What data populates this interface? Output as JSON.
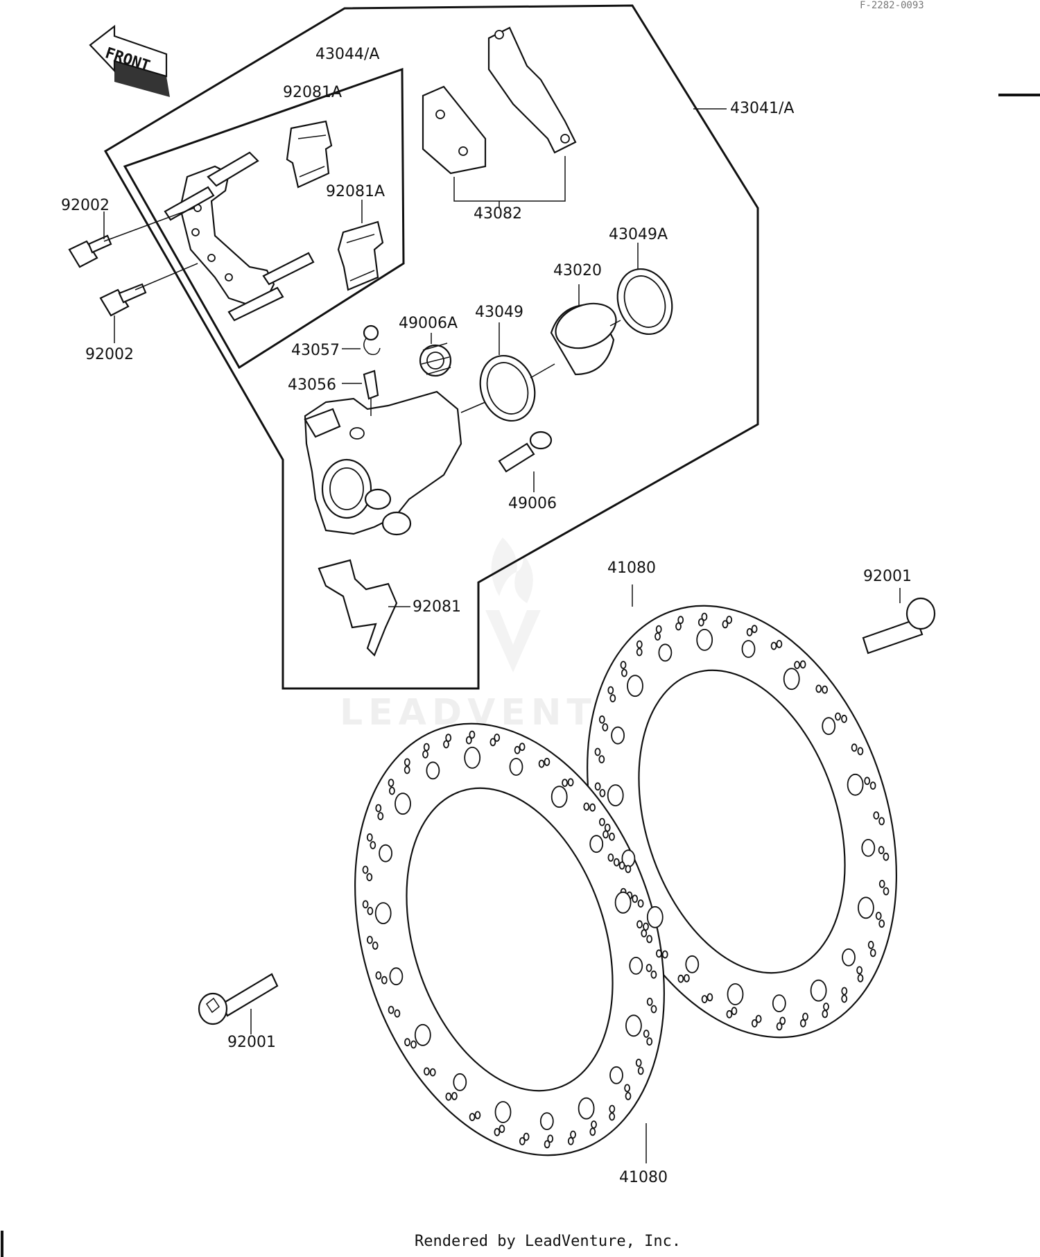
{
  "diagram_code": "F-2282-0093",
  "watermark": "LEADVENTURE",
  "footer": "Rendered by LeadVenture, Inc.",
  "front_arrow": "FRONT",
  "labels": {
    "p43044A": "43044/A",
    "p92081A_top": "92081A",
    "p92081A_mid": "92081A",
    "p43041A": "43041/A",
    "p43082": "43082",
    "p92002_top": "92002",
    "p92002_bottom": "92002",
    "p43049A": "43049A",
    "p43020": "43020",
    "p43049": "43049",
    "p49006A": "49006A",
    "p43057": "43057",
    "p43056": "43056",
    "p49006": "49006",
    "p92081": "92081",
    "p41080_top": "41080",
    "p92001_right": "92001",
    "p92001_left": "92001",
    "p41080_bottom": "41080"
  }
}
